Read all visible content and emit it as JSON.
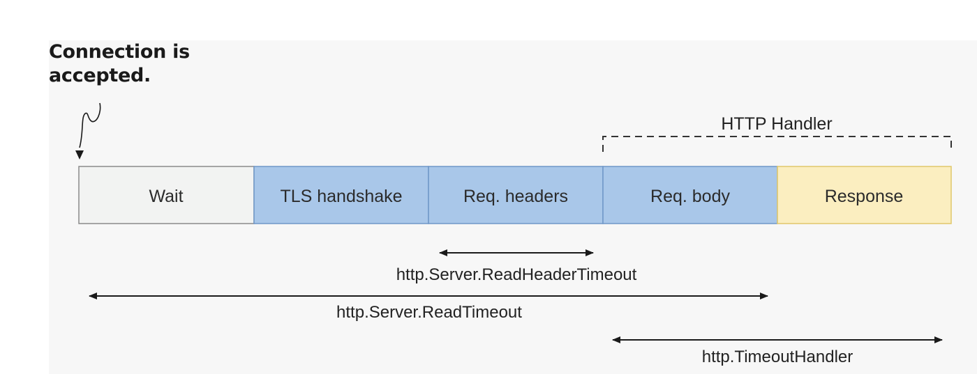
{
  "callout": {
    "line1": "Connection is",
    "line2": "accepted."
  },
  "phases": [
    {
      "label": "Wait",
      "fill": "#f2f3f2",
      "stroke": "#8a8a8a"
    },
    {
      "label": "TLS handshake",
      "fill": "#a9c7e9",
      "stroke": "#6f97c8"
    },
    {
      "label": "Req. headers",
      "fill": "#a9c7e9",
      "stroke": "#6f97c8"
    },
    {
      "label": "Req. body",
      "fill": "#a9c7e9",
      "stroke": "#6f97c8"
    },
    {
      "label": "Response",
      "fill": "#fbeec0",
      "stroke": "#e0c76a"
    }
  ],
  "handler_group": {
    "label": "HTTP Handler"
  },
  "timeouts": [
    {
      "label": "http.Server.ReadHeaderTimeout"
    },
    {
      "label": "http.Server.ReadTimeout"
    },
    {
      "label": "http.TimeoutHandler"
    }
  ],
  "colors": {
    "panel_background": "#f7f7f7",
    "arrow": "#1a1a1a",
    "bracket": "#333333"
  }
}
